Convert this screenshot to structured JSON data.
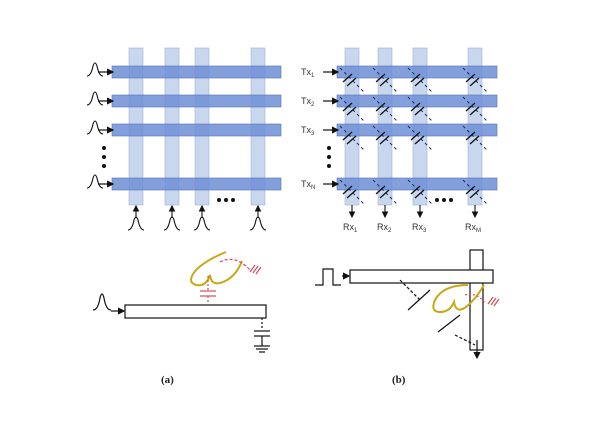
{
  "panels": {
    "a": {
      "caption": "(a)"
    },
    "b": {
      "caption": "(b)",
      "tx_labels": [
        {
          "base": "Tx",
          "sub": "1"
        },
        {
          "base": "Tx",
          "sub": "2"
        },
        {
          "base": "Tx",
          "sub": "3"
        },
        {
          "base": "Tx",
          "sub": "N"
        }
      ],
      "rx_labels": [
        {
          "base": "Rx",
          "sub": "1"
        },
        {
          "base": "Rx",
          "sub": "2"
        },
        {
          "base": "Rx",
          "sub": "3"
        },
        {
          "base": "Rx",
          "sub": "M"
        }
      ]
    }
  },
  "colors": {
    "row": "#6f8fd6",
    "column": "#c8d6ee",
    "finger": "#c9a814",
    "coupling": "#d84b57",
    "line": "#111111"
  }
}
